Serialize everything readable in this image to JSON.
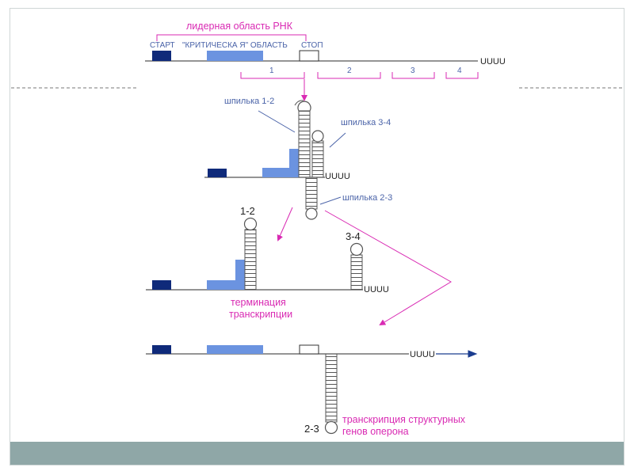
{
  "colors": {
    "dark_blue": "#0f2a7a",
    "light_blue": "#6b93e0",
    "pink": "#d92ab3",
    "label_blue": "#4a63a8",
    "line": "#555555",
    "band": "#8fa7a7"
  },
  "top": {
    "leader_label": "лидерная область РНК",
    "start_label": "СТАРТ",
    "critical_label": "\"КРИТИЧЕСКА Я\" ОБЛАСТЬ",
    "stop_label": "СТОП",
    "polyu": "UUUU",
    "regions": [
      "1",
      "2",
      "3",
      "4"
    ]
  },
  "middle": {
    "hairpin_12": "шпилька 1-2",
    "hairpin_34": "шпилька 3-4",
    "hairpin_23": "шпилька 2-3",
    "polyu": "UUUU"
  },
  "termination": {
    "label_12": "1-2",
    "label_34": "3-4",
    "polyu": "UUUU",
    "caption_line1": "терминация",
    "caption_line2": "транскрипции"
  },
  "readthrough": {
    "polyu": "UUUU",
    "label_23": "2-3",
    "caption_line1": "транскрипция структурных",
    "caption_line2": "генов оперона"
  }
}
